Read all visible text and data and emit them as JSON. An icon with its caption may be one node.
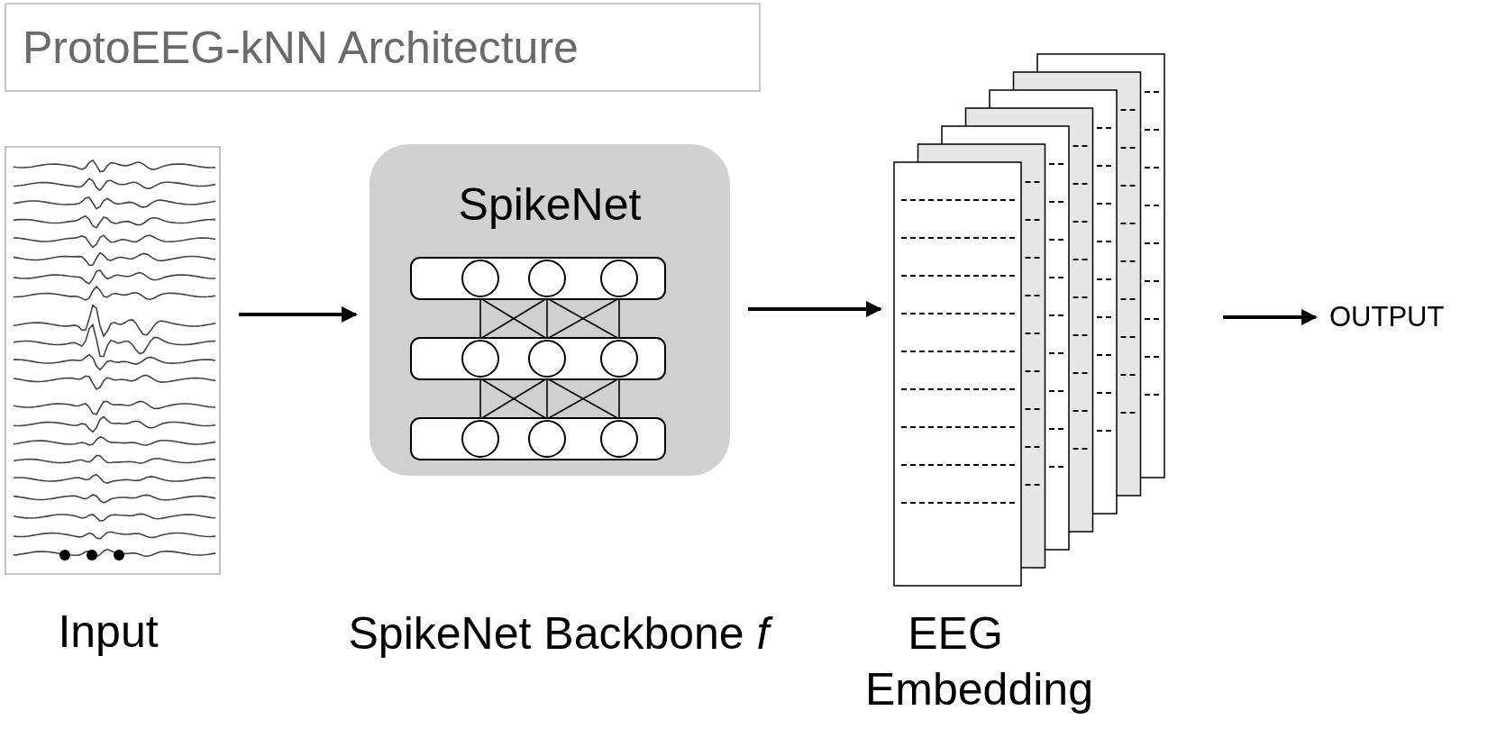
{
  "diagram": {
    "title": "ProtoEEG-kNN Architecture",
    "nodes": [
      {
        "text": [],
        "shape": "picture",
        "beside": [
          "Input"
        ]
      },
      {
        "text": [
          "SpikeNet"
        ],
        "beside": [
          "SpikeNet Backbone *f*"
        ]
      },
      {
        "text": [],
        "shape": "box",
        "beside": [
          "EEG Embedding"
        ]
      },
      {
        "text": [
          "OUTPUT"
        ]
      }
    ],
    "edges": [
      {
        "from": 0,
        "to": 1,
        "arrow": "to"
      },
      {
        "from": 1,
        "to": 2,
        "arrow": "to"
      },
      {
        "from": 2,
        "to": 3,
        "arrow": "to"
      }
    ]
  }
}
